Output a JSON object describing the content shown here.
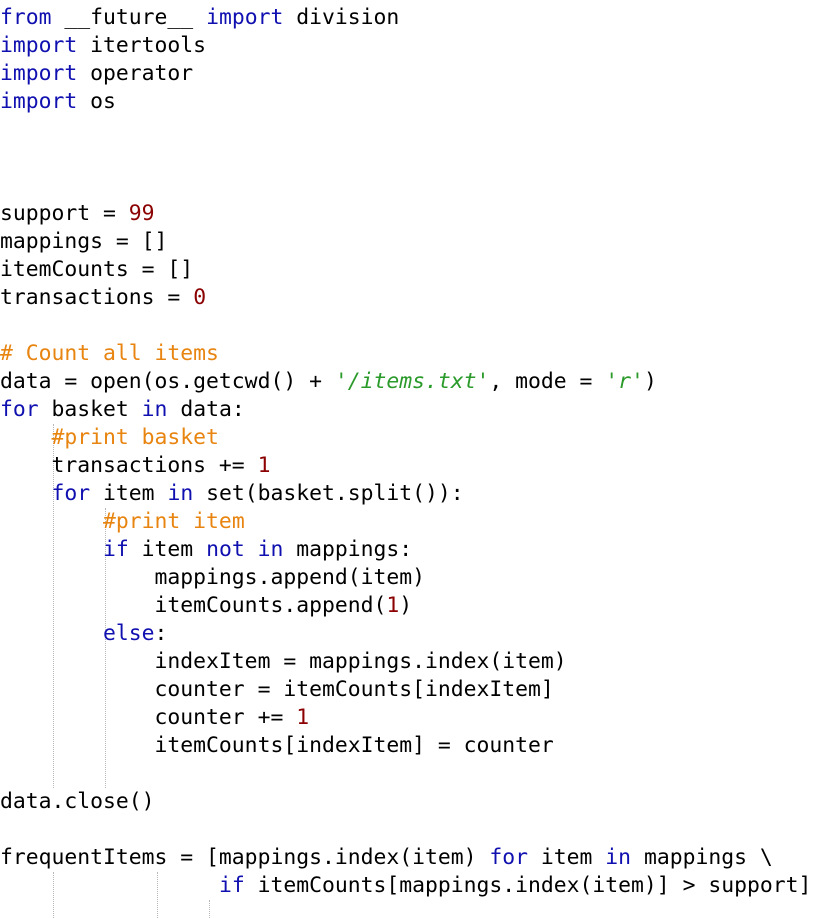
{
  "colors": {
    "background": "#ffffff",
    "keyword": "#1010b0",
    "string": "#2a9a2a",
    "comment": "#e88410",
    "number": "#8b0000",
    "text": "#000000",
    "indent_guide": "#b8b8b8"
  },
  "code": {
    "lines": [
      [
        [
          "kw",
          "from"
        ],
        [
          "p",
          " __future__ "
        ],
        [
          "kw",
          "import"
        ],
        [
          "p",
          " division"
        ]
      ],
      [
        [
          "kw",
          "import"
        ],
        [
          "p",
          " itertools"
        ]
      ],
      [
        [
          "kw",
          "import"
        ],
        [
          "p",
          " operator"
        ]
      ],
      [
        [
          "kw",
          "import"
        ],
        [
          "p",
          " os"
        ]
      ],
      [],
      [],
      [],
      [
        [
          "p",
          "support = "
        ],
        [
          "num",
          "99"
        ]
      ],
      [
        [
          "p",
          "mappings = []"
        ]
      ],
      [
        [
          "p",
          "itemCounts = []"
        ]
      ],
      [
        [
          "p",
          "transactions = "
        ],
        [
          "num",
          "0"
        ]
      ],
      [],
      [
        [
          "com",
          "# Count all items"
        ]
      ],
      [
        [
          "p",
          "data = open(os.getcwd() + "
        ],
        [
          "str",
          "'/items.txt'"
        ],
        [
          "p",
          ", mode = "
        ],
        [
          "str",
          "'r'"
        ],
        [
          "p",
          ")"
        ]
      ],
      [
        [
          "kw",
          "for"
        ],
        [
          "p",
          " basket "
        ],
        [
          "kw",
          "in"
        ],
        [
          "p",
          " data:"
        ]
      ],
      [
        [
          "p",
          "    "
        ],
        [
          "com",
          "#print basket"
        ]
      ],
      [
        [
          "p",
          "    transactions += "
        ],
        [
          "num",
          "1"
        ]
      ],
      [
        [
          "p",
          "    "
        ],
        [
          "kw",
          "for"
        ],
        [
          "p",
          " item "
        ],
        [
          "kw",
          "in"
        ],
        [
          "p",
          " set(basket.split()):"
        ]
      ],
      [
        [
          "p",
          "        "
        ],
        [
          "com",
          "#print item"
        ]
      ],
      [
        [
          "p",
          "        "
        ],
        [
          "kw",
          "if"
        ],
        [
          "p",
          " item "
        ],
        [
          "kw",
          "not in"
        ],
        [
          "p",
          " mappings:"
        ]
      ],
      [
        [
          "p",
          "            mappings.append(item)"
        ]
      ],
      [
        [
          "p",
          "            itemCounts.append("
        ],
        [
          "num",
          "1"
        ],
        [
          "p",
          ")"
        ]
      ],
      [
        [
          "p",
          "        "
        ],
        [
          "kw",
          "else"
        ],
        [
          "p",
          ":"
        ]
      ],
      [
        [
          "p",
          "            indexItem = mappings.index(item)"
        ]
      ],
      [
        [
          "p",
          "            counter = itemCounts[indexItem]"
        ]
      ],
      [
        [
          "p",
          "            counter += "
        ],
        [
          "num",
          "1"
        ]
      ],
      [
        [
          "p",
          "            itemCounts[indexItem] = counter"
        ]
      ],
      [],
      [
        [
          "p",
          "data.close()"
        ]
      ],
      [],
      [
        [
          "p",
          "frequentItems = [mappings.index(item) "
        ],
        [
          "kw",
          "for"
        ],
        [
          "p",
          " item "
        ],
        [
          "kw",
          "in"
        ],
        [
          "p",
          " mappings \\"
        ]
      ],
      [
        [
          "p",
          "                 "
        ],
        [
          "kw",
          "if"
        ],
        [
          "p",
          " itemCounts[mappings.index(item)] > support]"
        ]
      ]
    ]
  }
}
